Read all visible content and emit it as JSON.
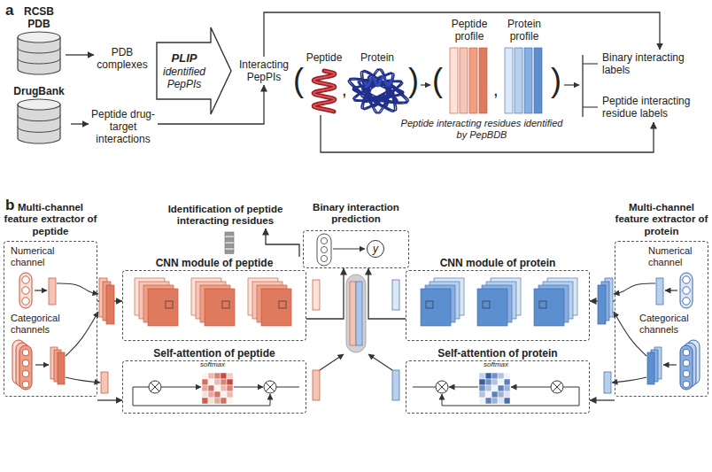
{
  "diagram": {
    "nodes": [
      {
        "text": [
          "RCSB PDB"
        ]
      },
      {
        "text": [
          "DrugBank"
        ]
      },
      {
        "text": [
          "PDB complexes"
        ]
      },
      {
        "text": [
          "Peptide drug-target interactions"
        ]
      },
      {
        "text": [
          "PLIP",
          "identified PepPIs"
        ]
      },
      {
        "text": [
          "Interacting PepPIs"
        ]
      },
      {
        "text": [
          "Peptide"
        ]
      },
      {
        "text": [
          "Protein"
        ]
      },
      {
        "text": [
          "Peptide profile"
        ]
      },
      {
        "text": [
          "Protein profile"
        ]
      },
      {
        "text": [
          "Binary interacting labels"
        ]
      },
      {
        "text": [
          "Peptide interacting residue labels"
        ]
      },
      {
        "text": [
          "Multi-channel feature extractor of peptide"
        ]
      },
      {
        "text": [
          "Numerical channel"
        ],
        "in": 12
      },
      {
        "text": [
          "Categorical channels"
        ],
        "in": 12
      },
      {
        "text": [
          "Identification of peptide interacting residues"
        ]
      },
      {
        "text": [
          "Binary interaction prediction"
        ]
      },
      {
        "text": [
          "y"
        ],
        "in": 16
      },
      {
        "text": [
          "CNN module of peptide"
        ]
      },
      {
        "text": [
          "CNN module of protein"
        ]
      },
      {
        "text": [
          "Self-attention of peptide"
        ]
      },
      {
        "text": [
          "Self-attention of protein"
        ]
      },
      {
        "text": [
          "Multi-channel feature extractor of protein"
        ]
      },
      {
        "text": [
          "Numerical channel"
        ],
        "in": 22
      },
      {
        "text": [
          "Categorical channels"
        ],
        "in": 22
      }
    ],
    "edges": [
      {
        "from": 0,
        "to": 2,
        "arrow": "to"
      },
      {
        "from": 1,
        "to": 3,
        "arrow": "to"
      },
      {
        "from": 3,
        "to": 5,
        "arrow": "to"
      },
      {
        "from": 5,
        "to": 10,
        "arrow": "to"
      },
      {
        "from": 6,
        "to": 11,
        "arrow": "to"
      },
      {
        "from": 12,
        "to": 18,
        "arrow": "to"
      },
      {
        "from": 12,
        "to": 20,
        "arrow": "to"
      },
      {
        "from": 18,
        "to": 15,
        "arrow": "to"
      },
      {
        "from": 18,
        "to": 16,
        "arrow": "to"
      },
      {
        "from": 19,
        "to": 16,
        "arrow": "to"
      },
      {
        "from": 22,
        "to": 19,
        "arrow": "to"
      },
      {
        "from": 22,
        "to": 21,
        "arrow": "to"
      }
    ],
    "labels": [
      "a",
      "b",
      "(",
      ",",
      ")",
      "(",
      ",",
      ")",
      "Peptide interacting residues identified by PepBDB",
      "softmax",
      "softmax"
    ]
  }
}
